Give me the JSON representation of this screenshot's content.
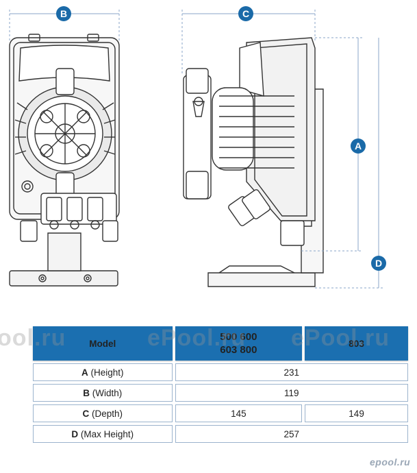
{
  "dimensions": {
    "a_label": "A",
    "b_label": "B",
    "c_label": "C",
    "d_label": "D"
  },
  "table": {
    "header": {
      "model": "Model",
      "col1_line1": "500 600",
      "col1_line2": "603 800",
      "col2": "803"
    },
    "rows": [
      {
        "key": "A",
        "label": " (Height)",
        "value": "231"
      },
      {
        "key": "B",
        "label": " (Width)",
        "value": "119"
      },
      {
        "key": "C",
        "label": " (Depth)",
        "value_left": "145",
        "value_right": "149"
      },
      {
        "key": "D",
        "label": " (Max Height)",
        "value": "257"
      }
    ]
  },
  "watermarks": {
    "w1": "ool.ru",
    "w2": "ePool.ru",
    "w3": "ePool.ru"
  },
  "logo": "epool.ru",
  "colors": {
    "accent": "#1b6fb0",
    "outline": "#333333",
    "border": "#9bb3cd"
  }
}
